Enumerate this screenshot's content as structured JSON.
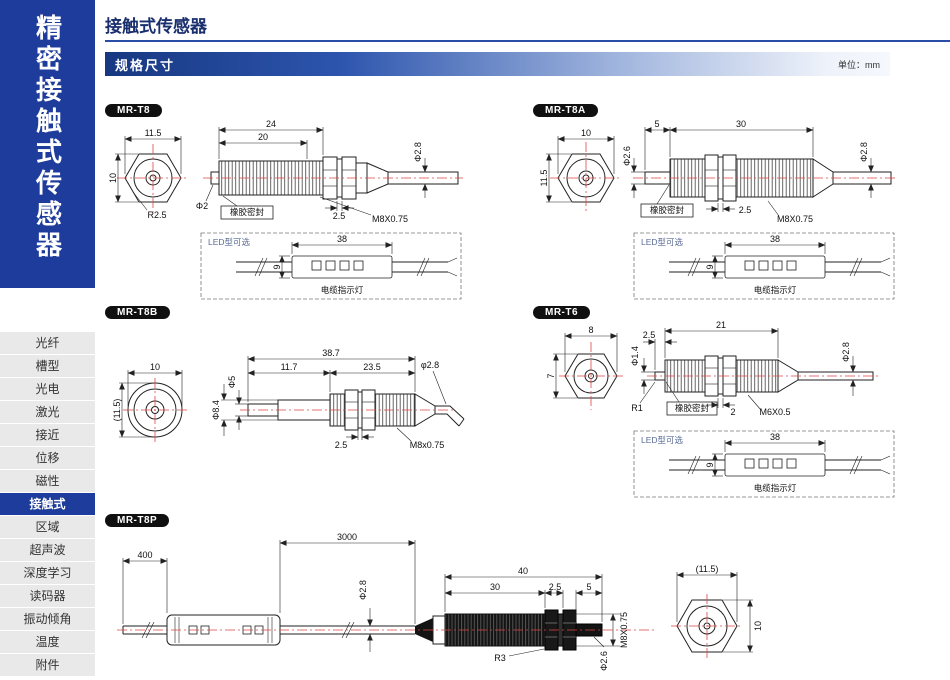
{
  "page": {
    "title": "接触式传感器",
    "section_header": "规格尺寸",
    "unit_label": "单位：mm"
  },
  "sidebar": {
    "vertical_title": "精密接触式传感器",
    "items": [
      {
        "label": "光纤",
        "active": false
      },
      {
        "label": "槽型",
        "active": false
      },
      {
        "label": "光电",
        "active": false
      },
      {
        "label": "激光",
        "active": false
      },
      {
        "label": "接近",
        "active": false
      },
      {
        "label": "位移",
        "active": false
      },
      {
        "label": "磁性",
        "active": false
      },
      {
        "label": "接触式",
        "active": true
      },
      {
        "label": "区域",
        "active": false
      },
      {
        "label": "超声波",
        "active": false
      },
      {
        "label": "深度学习",
        "active": false
      },
      {
        "label": "读码器",
        "active": false
      },
      {
        "label": "振动倾角",
        "active": false
      },
      {
        "label": "温度",
        "active": false
      },
      {
        "label": "附件",
        "active": false
      }
    ]
  },
  "led_module": {
    "title": "LED型可选",
    "length": "38",
    "height": "9",
    "caption": "电缆指示灯"
  },
  "panels": {
    "t8": {
      "label": "MR-T8",
      "front": {
        "width": "11.5",
        "height": "10",
        "radius": "R2.5"
      },
      "side": {
        "total_len": "24",
        "thread_len": "20",
        "tip_dia": "Φ2",
        "cable_dia": "Φ2.8",
        "seal": "橡胶密封",
        "washer": "2.5",
        "thread": "M8X0.75"
      }
    },
    "t8a": {
      "label": "MR-T8A",
      "front": {
        "width": "10",
        "height": "11.5"
      },
      "side": {
        "tip_len": "5",
        "body_len": "30",
        "tip_dia": "Φ2.6",
        "cable_dia": "Φ2.8",
        "seal": "橡胶密封",
        "washer": "2.5",
        "thread": "M8X0.75"
      }
    },
    "t8b": {
      "label": "MR-T8B",
      "front": {
        "width": "10",
        "height": "(11.5)"
      },
      "side": {
        "total_len": "38.7",
        "head_len": "11.7",
        "body_len": "23.5",
        "head_dia": "Φ8.4",
        "tip_dia": "Φ5",
        "cable_dia": "φ2.8",
        "washer": "2.5",
        "thread": "M8x0.75"
      }
    },
    "t6": {
      "label": "MR-T6",
      "front": {
        "width": "8",
        "height": "7"
      },
      "side": {
        "tip_len": "2.5",
        "body_len": "21",
        "tip_dia": "Φ1.4",
        "cable_dia": "Φ2.8",
        "radius": "R1",
        "seal": "橡胶密封",
        "washer": "2",
        "thread": "M6X0.5"
      }
    },
    "t8p": {
      "label": "MR-T8P",
      "dims": {
        "cable1": "400",
        "cable2": "3000",
        "cable_dia": "Φ2.8",
        "body_len": "40",
        "thread_len": "30",
        "washer": "2.5",
        "tip_len": "5",
        "thread": "M8X0.75",
        "radius": "R3",
        "tip_dia": "Φ2.6",
        "front_width": "(11.5)",
        "front_height": "10"
      }
    }
  }
}
